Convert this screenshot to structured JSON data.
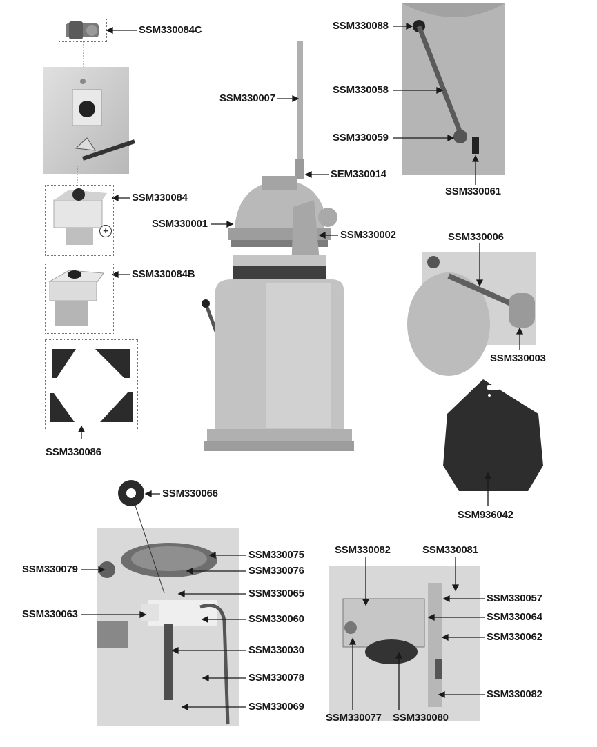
{
  "parts": {
    "ssm330084c": "SSM330084C",
    "ssm330084": "SSM330084",
    "ssm330084b": "SSM330084B",
    "ssm330086": "SSM330086",
    "ssm330007": "SSM330007",
    "sem330014": "SEM330014",
    "ssm330001": "SSM330001",
    "ssm330002": "SSM330002",
    "ssm330088": "SSM330088",
    "ssm330058": "SSM330058",
    "ssm330059": "SSM330059",
    "ssm330061": "SSM330061",
    "ssm330006": "SSM330006",
    "ssm330003": "SSM330003",
    "ssm936042": "SSM936042",
    "ssm330066": "SSM330066",
    "ssm330075": "SSM330075",
    "ssm330076": "SSM330076",
    "ssm330079": "SSM330079",
    "ssm330065": "SSM330065",
    "ssm330063": "SSM330063",
    "ssm330060": "SSM330060",
    "ssm330030": "SSM330030",
    "ssm330078": "SSM330078",
    "ssm330069": "SSM330069",
    "ssm330082_top": "SSM330082",
    "ssm330081": "SSM330081",
    "ssm330057": "SSM330057",
    "ssm330064": "SSM330064",
    "ssm330062": "SSM330062",
    "ssm330082_bottom": "SSM330082",
    "ssm330077": "SSM330077",
    "ssm330080": "SSM330080"
  },
  "icons": {
    "plus_symbol": "+"
  }
}
